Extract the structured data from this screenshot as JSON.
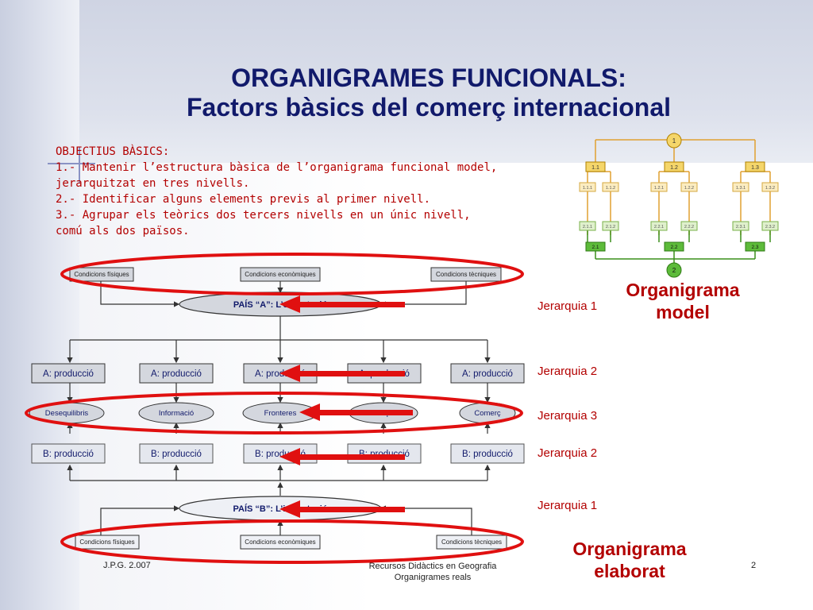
{
  "slide": {
    "title_line1": "ORGANIGRAMES FUNCIONALS:",
    "title_line2": "Factors bàsics del comerç internacional",
    "objectives": {
      "heading": "OBJECTIUS BÀSICS:",
      "items": [
        "1.- Mantenir l’estructura bàsica de l’organigrama funcional model, jerarquitzat en tres nivells.",
        "2.- Identificar alguns elements previs al primer nivell.",
        "3.- Agrupar els teòrics dos tercers nivells en un únic nivell, comú als dos països."
      ]
    },
    "footer": {
      "left": "J.P.G. 2.007",
      "center_line1": "Recursos Didàctics en Geografia",
      "center_line2": "Organigrames reals",
      "page_number": "2"
    }
  },
  "model_chart": {
    "label_line1": "Organigrama",
    "label_line2": "model",
    "top_node": "1",
    "bottom_node": "2",
    "level1": [
      "1.1",
      "1.2",
      "1.3"
    ],
    "level2": [
      "1.1.1",
      "1.1.2",
      "1.2.1",
      "1.2.2",
      "1.3.1",
      "1.3.2"
    ],
    "level3": [
      "2.1.1",
      "2.1.2",
      "2.2.1",
      "2.2.2",
      "2.3.1",
      "2.3.2"
    ],
    "level4": [
      "2.1",
      "2.2",
      "2.3"
    ]
  },
  "elaborated_chart": {
    "label_line1": "Organigrama",
    "label_line2": "elaborat",
    "conditions_top": [
      "Condicions físiques",
      "Condicions econòmiques",
      "Condicions tècniques"
    ],
    "conditions_bottom": [
      "Condicions físiques",
      "Condicions econòmiques",
      "Condicions tècniques"
    ],
    "country_a": "PAÍS “A”: L’exportació",
    "country_b": "PAÍS “B”: L’importació",
    "a_production": [
      "A: producció",
      "A: producció",
      "A: producció",
      "A: producció",
      "A: producció"
    ],
    "b_production": [
      "B: producció",
      "B: producció",
      "B: producció",
      "B: producció",
      "B: producció"
    ],
    "middle_ovals": [
      "Desequilibris",
      "Informació",
      "Fronteres",
      "Transport",
      "Comerç"
    ],
    "hierarchy_labels": [
      "Jerarquia 1",
      "Jerarquia 2",
      "Jerarquia 3",
      "Jerarquia 2",
      "Jerarquia 1"
    ]
  },
  "colors": {
    "title": "#111a6b",
    "accent_red": "#cc0000",
    "orange_line": "#e0a030",
    "green_line": "#3a8f1a",
    "node_yellow": "#f5d66a",
    "node_green": "#5dbb3a"
  }
}
